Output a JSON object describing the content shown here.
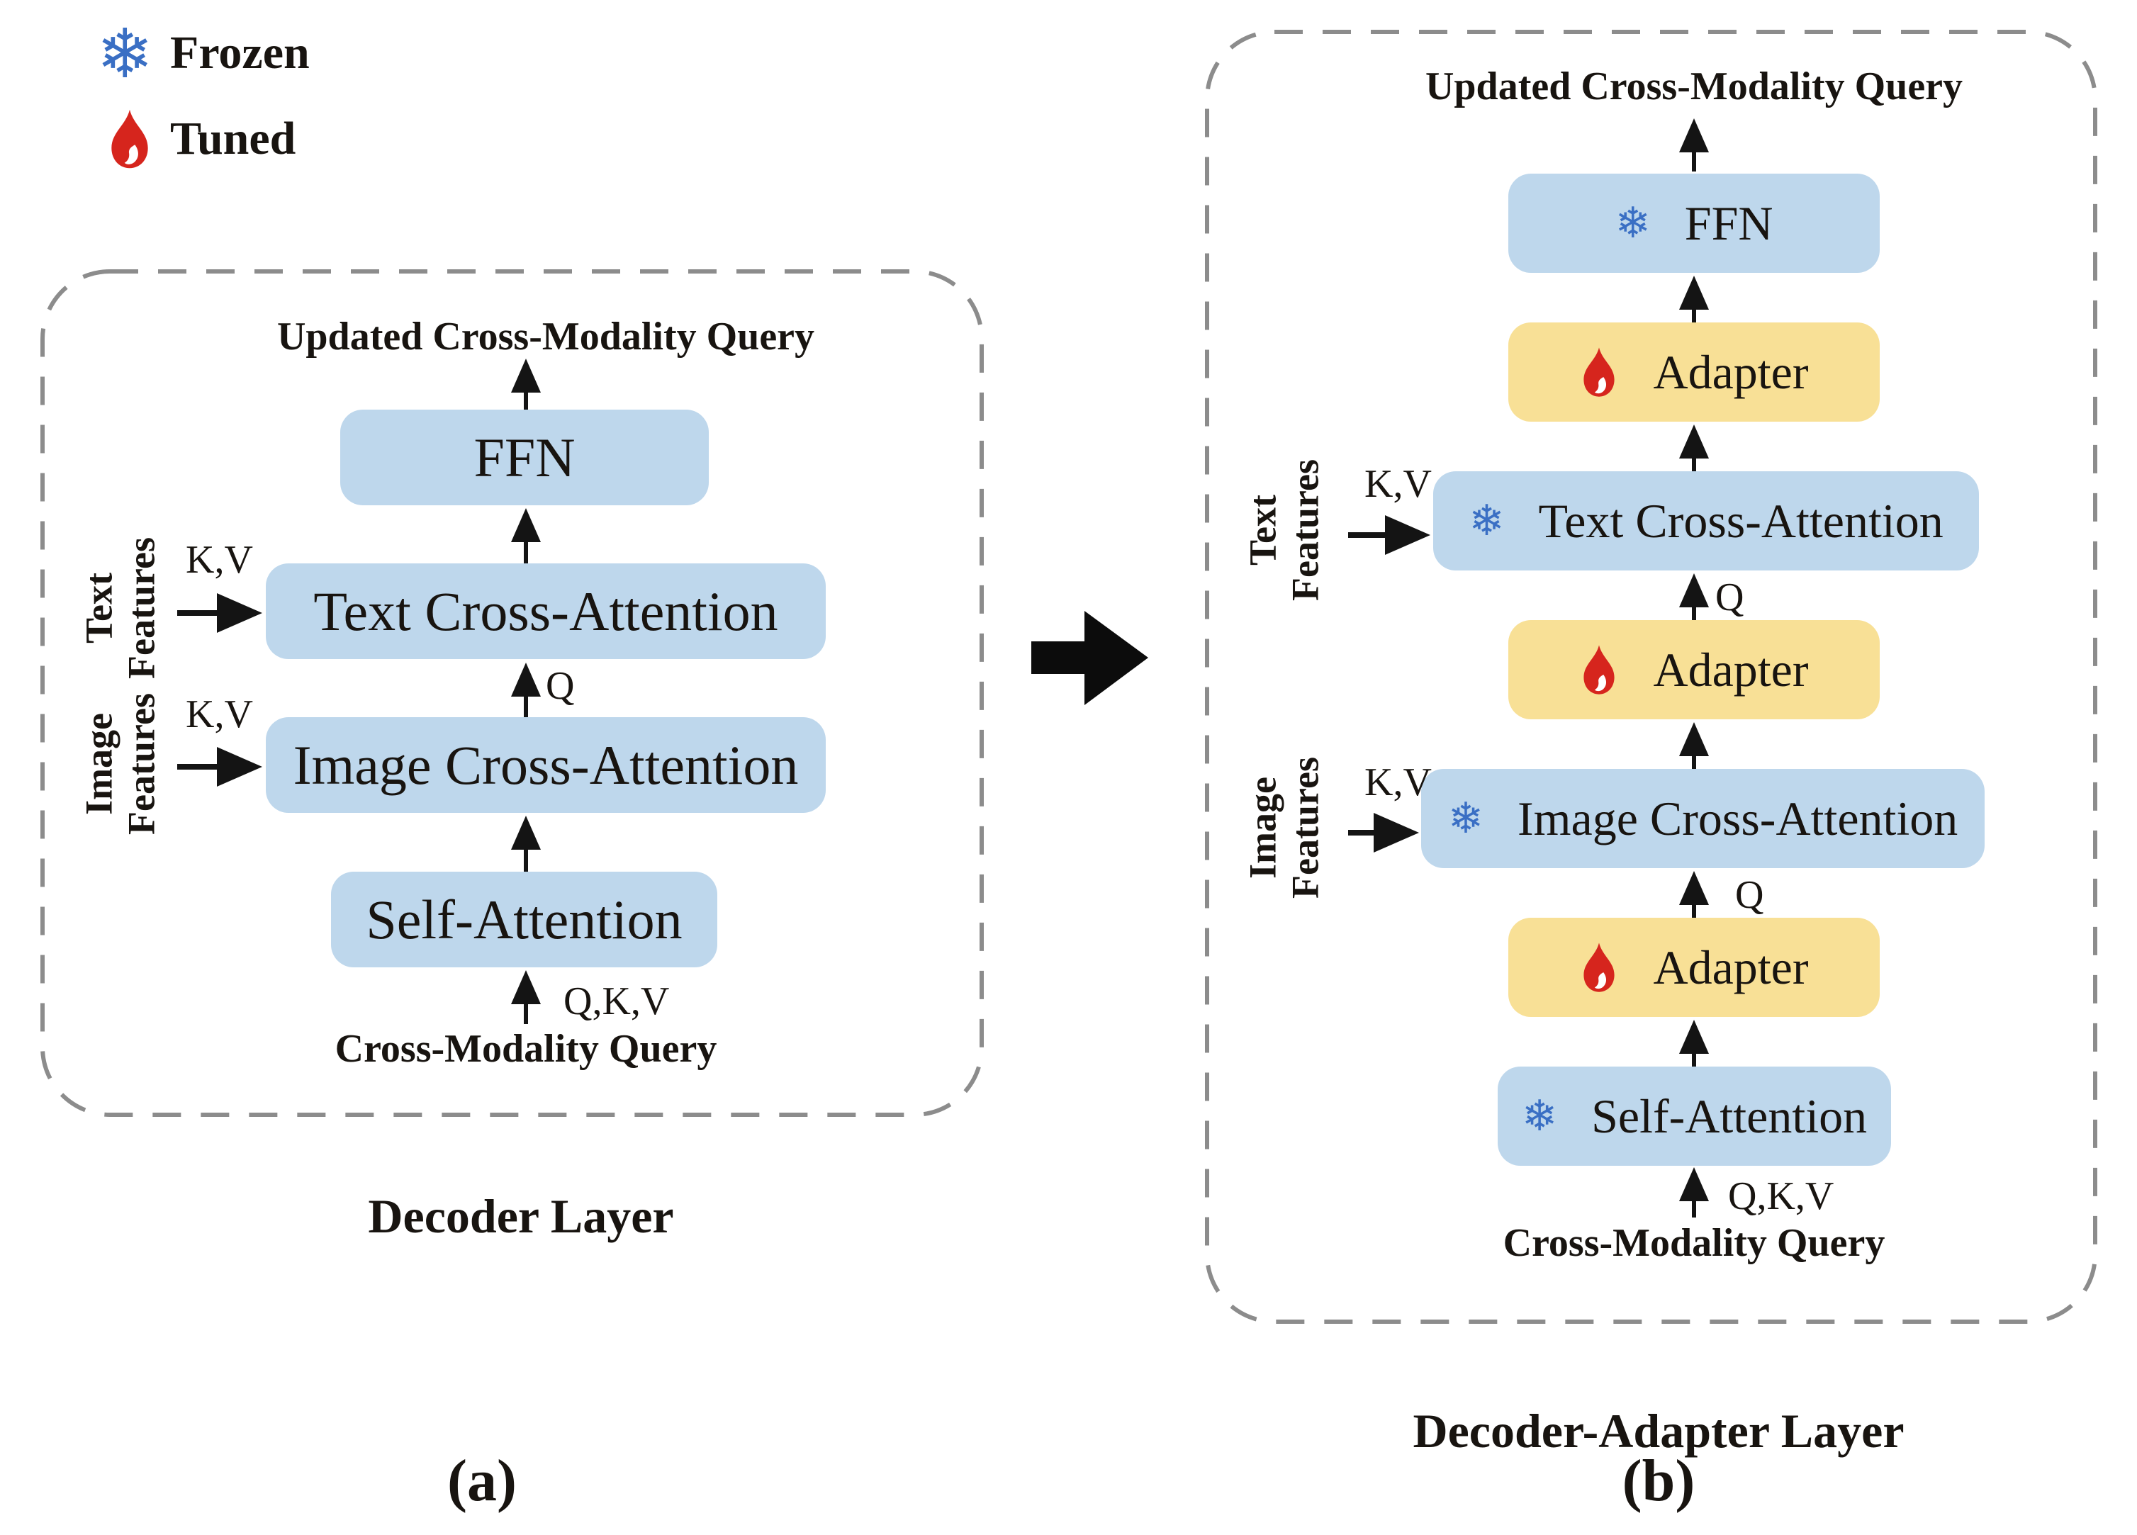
{
  "legend": {
    "frozen_label": "Frozen",
    "tuned_label": "Tuned"
  },
  "icons": {
    "snowflake": "❄"
  },
  "colors": {
    "attention_box_blue": "#BED7EC",
    "adapter_box_yellow": "#F8E096",
    "snowflake_blue": "#3A6FC4",
    "flame_red": "#D6251D",
    "dashed_border_gray": "#8C8C8C",
    "text_black": "#181410"
  },
  "panel_a": {
    "output_label": "Updated Cross-Modality Query",
    "boxes": [
      {
        "label": "FFN"
      },
      {
        "label": "Text Cross-Attention"
      },
      {
        "label": "Image Cross-Attention"
      },
      {
        "label": "Self-Attention"
      }
    ],
    "q_label": "Q",
    "qkv_label": "Q,K,V",
    "input_label": "Cross-Modality Query",
    "text_features": {
      "kv_label": "K,V",
      "line1": "Text",
      "line2": "Features"
    },
    "image_features": {
      "kv_label": "K,V",
      "line1": "Image",
      "line2": "Features"
    },
    "caption": "Decoder Layer",
    "tag": "(a)"
  },
  "panel_b": {
    "output_label": "Updated Cross-Modality Query",
    "boxes": [
      {
        "label": "FFN",
        "state": "frozen"
      },
      {
        "label": "Adapter",
        "state": "tuned"
      },
      {
        "label": "Text Cross-Attention",
        "state": "frozen"
      },
      {
        "label": "Adapter",
        "state": "tuned"
      },
      {
        "label": "Image Cross-Attention",
        "state": "frozen"
      },
      {
        "label": "Adapter",
        "state": "tuned"
      },
      {
        "label": "Self-Attention",
        "state": "frozen"
      }
    ],
    "q_label": "Q",
    "qkv_label": "Q,K,V",
    "input_label": "Cross-Modality Query",
    "text_features": {
      "kv_label": "K,V",
      "line1": "Text",
      "line2": "Features"
    },
    "image_features": {
      "kv_label": "K,V",
      "line1": "Image",
      "line2": "Features"
    },
    "caption": "Decoder-Adapter Layer",
    "tag": "(b)"
  }
}
